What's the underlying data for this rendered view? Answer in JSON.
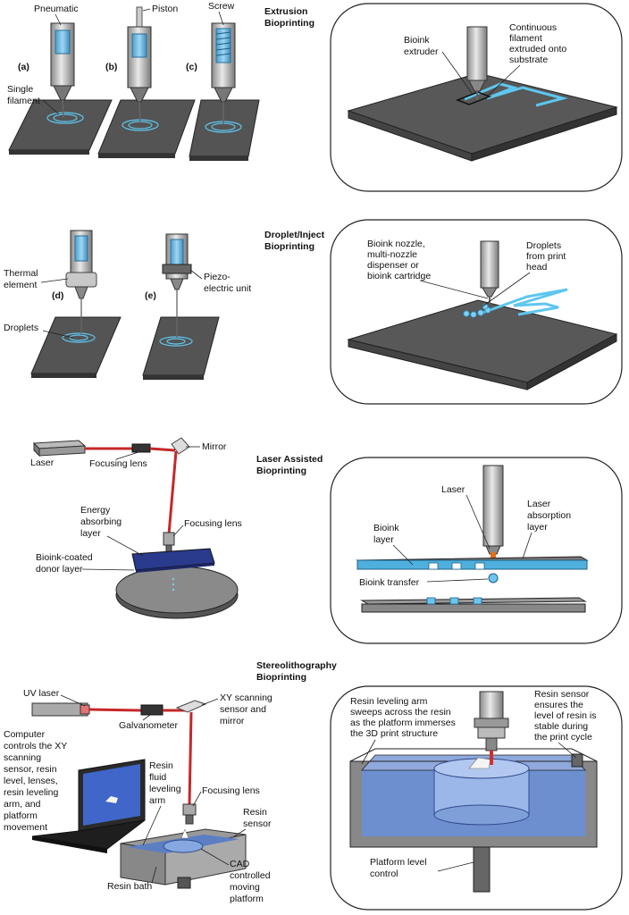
{
  "extrusion": {
    "title": [
      "Extrusion",
      "Bioprinting"
    ],
    "pneumatic": "Pneumatic",
    "piston": "Piston",
    "screw": "Screw",
    "tag_a": "(a)",
    "tag_b": "(b)",
    "tag_c": "(c)",
    "single_filament": [
      "Single",
      "filament"
    ],
    "bioink_extruder": [
      "Bioink",
      "extruder"
    ],
    "continuous": [
      "Continuous",
      "filament",
      "extruded onto",
      "substrate"
    ]
  },
  "droplet": {
    "title": [
      "Droplet/Inject",
      "Bioprinting"
    ],
    "thermal": [
      "Thermal",
      "element"
    ],
    "piezo": [
      "Piezo-",
      "electric unit"
    ],
    "tag_d": "(d)",
    "tag_e": "(e)",
    "droplets": "Droplets",
    "nozzle": [
      "Bioink nozzle,",
      "multi-nozzle",
      "dispenser or",
      "bioink cartridge"
    ],
    "from_head": [
      "Droplets",
      "from print",
      "head"
    ]
  },
  "laser": {
    "title": [
      "Laser  Assisted",
      "Bioprinting"
    ],
    "laser": "Laser",
    "focusing_lens_1": "Focusing lens",
    "mirror": "Mirror",
    "energy": [
      "Energy",
      "absorbing",
      "layer"
    ],
    "focusing_lens_2": "Focusing lens",
    "donor": [
      "Bioink-coated",
      "donor layer"
    ],
    "laser_right": "Laser",
    "bioink_layer": [
      "Bioink",
      "layer"
    ],
    "absorption": [
      "Laser",
      "absorption",
      "layer"
    ],
    "transfer": "Bioink transfer"
  },
  "stereo": {
    "title": [
      "Stereolithography",
      "Bioprinting"
    ],
    "uv_laser": "UV laser",
    "galvanometer": "Galvanometer",
    "xy_mirror": [
      "XY scanning",
      "sensor and",
      "mirror"
    ],
    "computer": [
      "Computer",
      "controls the XY",
      "scanning",
      "sensor, resin",
      "level, lenses,",
      "resin leveling",
      "arm, and",
      "platform",
      "movement"
    ],
    "resin_arm": [
      "Resin",
      "fluid",
      "leveling",
      "arm"
    ],
    "focusing_lens": "Focusing lens",
    "resin_sensor": [
      "Resin",
      "sensor"
    ],
    "resin_bath": "Resin bath",
    "cad": [
      "CAD",
      "controlled",
      "moving",
      "platform"
    ],
    "sweep": [
      "Resin leveling arm",
      "sweeps across the resin",
      "as the platform immerses",
      "the 3D print structure"
    ],
    "ensures": [
      "Resin sensor",
      "ensures the",
      "level of resin is",
      "stable during",
      "the print cycle"
    ],
    "platform_level": [
      "Platform level",
      "control"
    ]
  }
}
